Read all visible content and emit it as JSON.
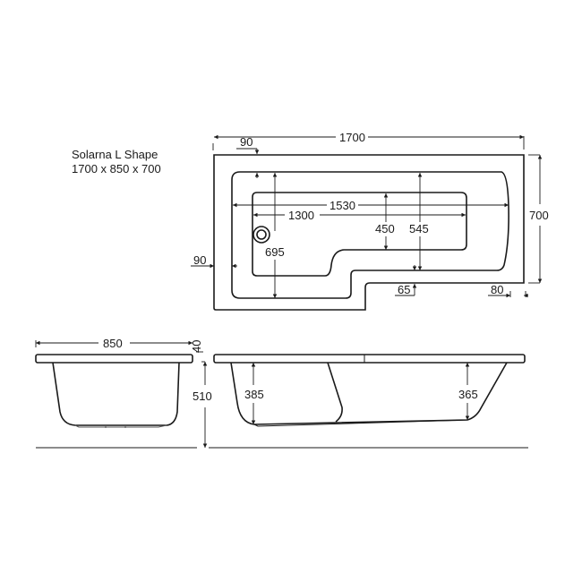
{
  "title": {
    "name": "Solarna L Shape",
    "size": "1700 x 850 x 700"
  },
  "plan_view": {
    "overall_length": "1700",
    "overall_width": "700",
    "rim_top": "90",
    "rim_left": "90",
    "inner_length": "1530",
    "basin_length": "1300",
    "basin_depth_left": "695",
    "basin_width_narrow": "450",
    "basin_width_wide": "545",
    "step_offset": "65",
    "right_offset": "80"
  },
  "end_view": {
    "width": "850",
    "rim_thickness": "40",
    "height": "510"
  },
  "side_view": {
    "depth_left": "385",
    "depth_right": "365"
  }
}
